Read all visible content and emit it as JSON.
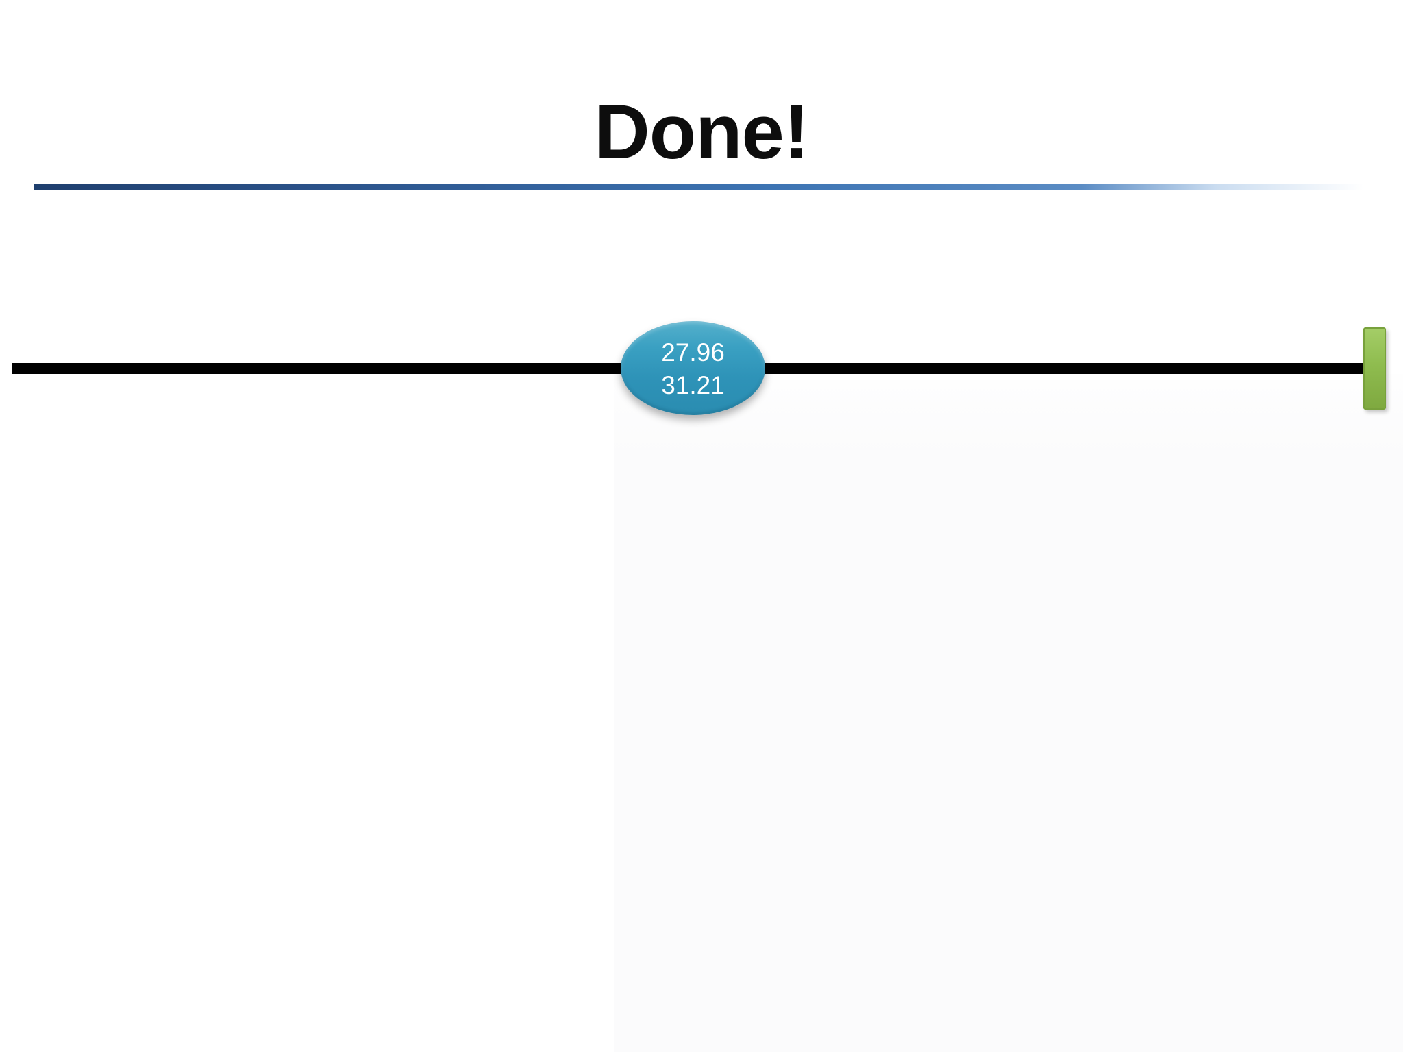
{
  "slide": {
    "title": "Done!",
    "node": {
      "value_top": "27.96",
      "value_bottom": "31.21"
    }
  },
  "colors": {
    "title_text": "#0d0d0d",
    "divider_start": "#1f3f6e",
    "divider_mid": "#3d74b3",
    "timeline_black": "#000000",
    "node_teal": "#2e93b8",
    "node_teal_light": "#55b0cc",
    "node_teal_dark": "#2a8cb0",
    "node_text": "#ffffff",
    "marker_green": "#8fbc4f",
    "marker_green_light": "#a4cd67",
    "marker_green_dark": "#7fa940",
    "marker_green_border": "#78a13c",
    "panel_tint": "#fbfbfc"
  }
}
